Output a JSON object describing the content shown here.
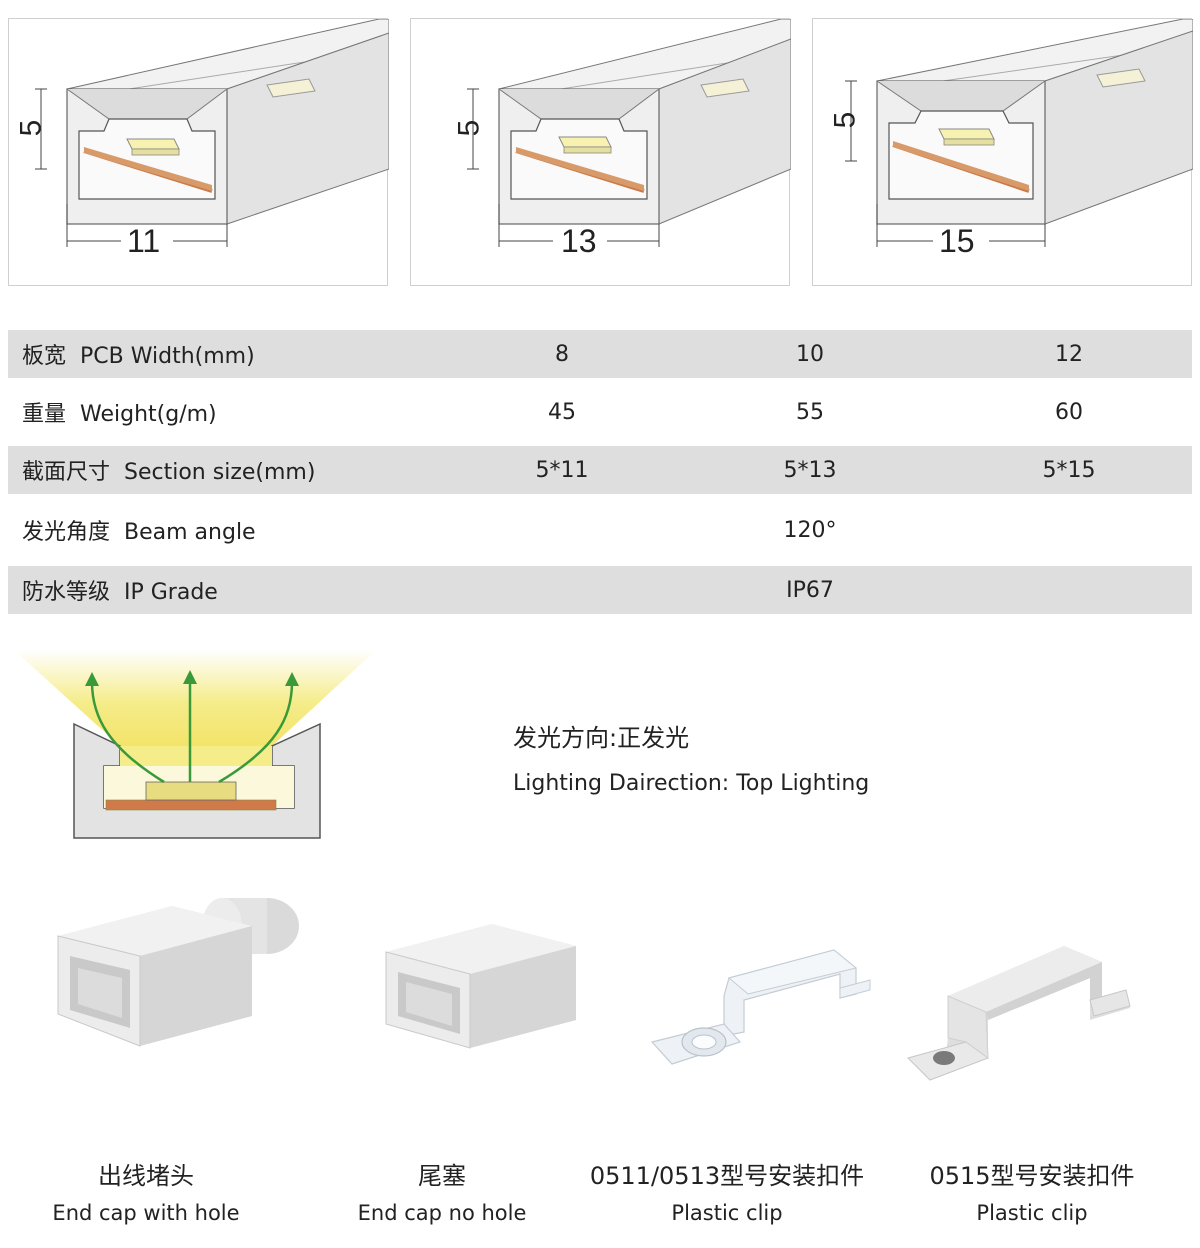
{
  "profiles": [
    {
      "height": "5",
      "width": "11"
    },
    {
      "height": "5",
      "width": "13"
    },
    {
      "height": "5",
      "width": "15"
    }
  ],
  "specs": {
    "pcb_width": {
      "zh": "板宽",
      "en": "PCB Width(mm)",
      "values": [
        "8",
        "10",
        "12"
      ]
    },
    "weight": {
      "zh": "重量",
      "en": "Weight(g/m)",
      "values": [
        "45",
        "55",
        "60"
      ]
    },
    "section_size": {
      "zh": "截面尺寸",
      "en": "Section size(mm)",
      "values": [
        "5*11",
        "5*13",
        "5*15"
      ]
    },
    "beam_angle": {
      "zh": "发光角度",
      "en": "Beam angle",
      "value": "120°"
    },
    "ip_grade": {
      "zh": "防水等级",
      "en": "IP Grade",
      "value": "IP67"
    }
  },
  "lighting": {
    "zh": "发光方向:正发光",
    "en": "Lighting Dairection:  Top Lighting"
  },
  "accessories": [
    {
      "zh": "出线堵头",
      "en": "End cap with hole"
    },
    {
      "zh": "尾塞",
      "en": "End cap no hole"
    },
    {
      "zh": "0511/0513型号安装扣件",
      "en": "Plastic clip"
    },
    {
      "zh": "0515型号安装扣件",
      "en": "Plastic clip"
    }
  ],
  "colors": {
    "row_shade": "#dedede",
    "led_glow": "#f5ec8a",
    "pcb": "#c97a4a",
    "arrow": "#3a9a3a"
  }
}
